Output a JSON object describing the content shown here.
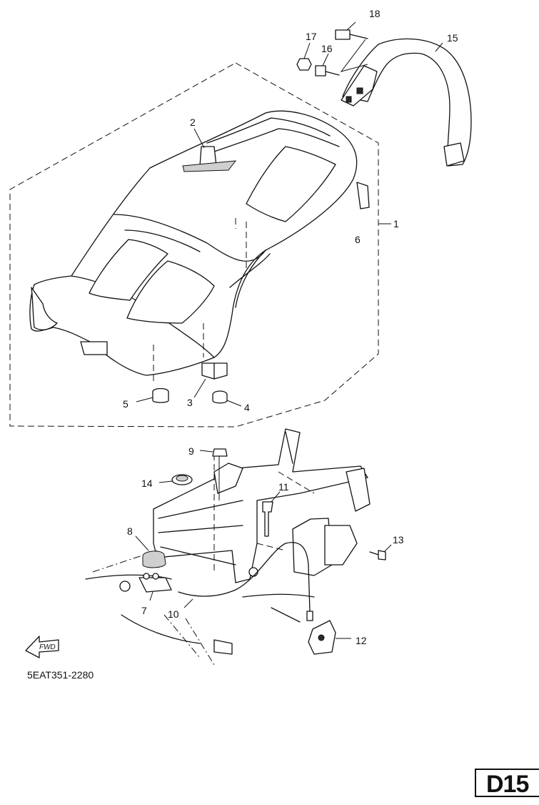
{
  "diagram": {
    "callouts": {
      "c1": "1",
      "c2": "2",
      "c3": "3",
      "c4": "4",
      "c5": "5",
      "c6": "6",
      "c7": "7",
      "c8": "8",
      "c9": "9",
      "c10": "10",
      "c11": "11",
      "c12": "12",
      "c13": "13",
      "c14": "14",
      "c15": "15",
      "c16": "16",
      "c17": "17",
      "c18": "18"
    },
    "fwd_label": "FWD",
    "drawing_code": "5EAT351-2280",
    "page_code": "D15"
  }
}
